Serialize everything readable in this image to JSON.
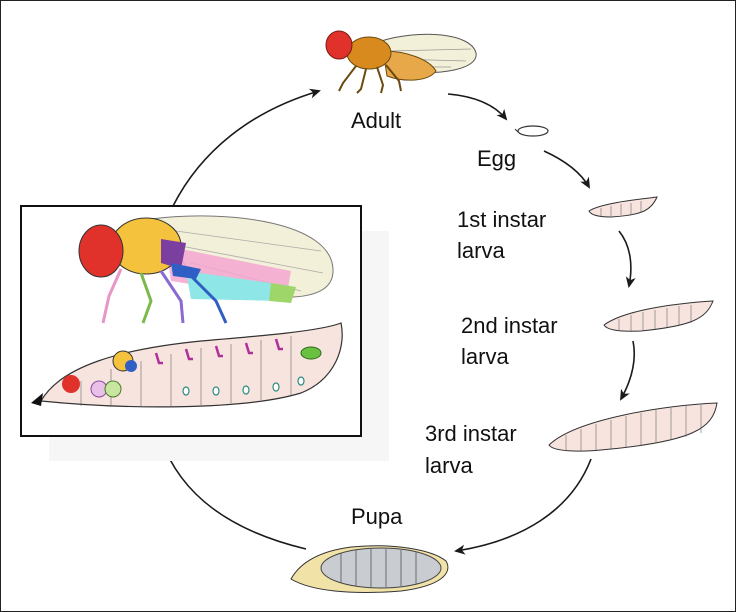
{
  "stages": {
    "adult": "Adult",
    "egg": "Egg",
    "first_instar_line1": "1st instar",
    "first_instar_line2": "larva",
    "second_instar_line1": "2nd instar",
    "second_instar_line2": "larva",
    "third_instar_line1": "3rd instar",
    "third_instar_line2": "larva",
    "pupa": "Pupa"
  },
  "colors": {
    "arrow": "#1a1a1a",
    "larva_fill": "#f7e4df",
    "fly_body": "#d98a1f",
    "fly_eye": "#e0322a",
    "fly_thorax_inset": "#f4c23c",
    "wing": "#f2f0d8",
    "pupa_fill": "#c9ccd1",
    "pupa_case": "#f1e2a8"
  }
}
